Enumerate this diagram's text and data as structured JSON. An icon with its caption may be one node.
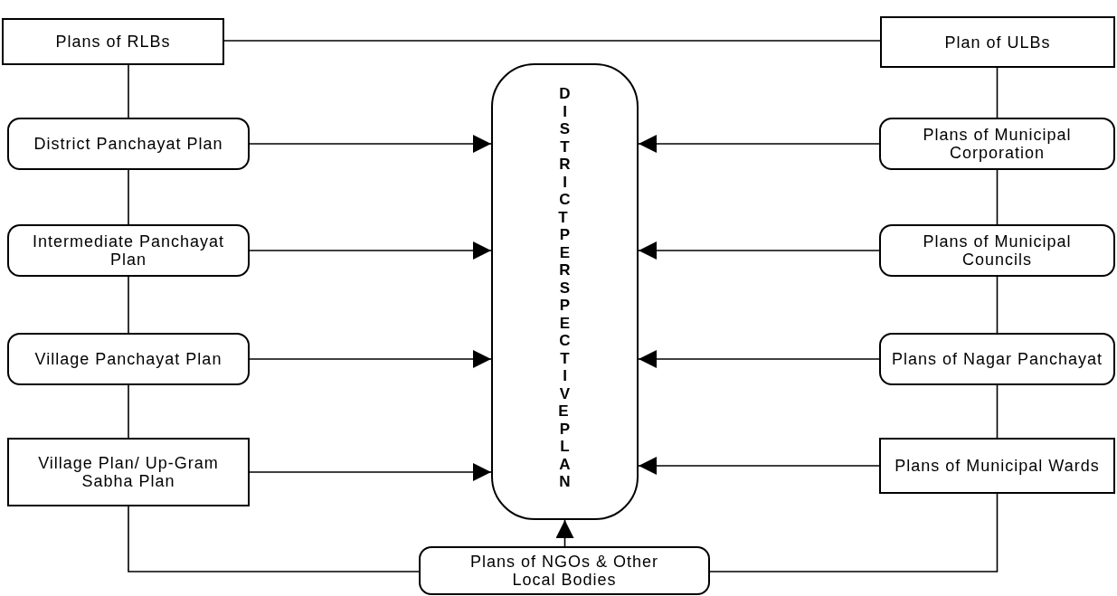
{
  "diagram": {
    "nodes": [
      {
        "text": [
          "Plans of RLBs"
        ]
      },
      {
        "text": [
          "Plan of ULBs"
        ]
      },
      {
        "text": [
          "District Panchayat Plan"
        ]
      },
      {
        "text": [
          "Intermediate Panchayat Plan"
        ]
      },
      {
        "text": [
          "Village Panchayat Plan"
        ]
      },
      {
        "text": [
          "Village Plan/ Up-Gram Sabha Plan"
        ]
      },
      {
        "text": [
          "Plans of Municipal Corporation"
        ]
      },
      {
        "text": [
          "Plans of Municipal Councils"
        ]
      },
      {
        "text": [
          "Plans of Nagar Panchayat"
        ]
      },
      {
        "text": [
          "Plans of Municipal Wards"
        ]
      },
      {
        "text": [
          "DISTRICT PERSPECTIVE PLAN"
        ]
      },
      {
        "text": [
          "Plans of NGOs & Other Local Bodies"
        ]
      }
    ],
    "edges": [
      {
        "from": 0,
        "to": 1,
        "arrow": "none"
      },
      {
        "from": 0,
        "to": 2,
        "arrow": "none"
      },
      {
        "from": 2,
        "to": 3,
        "arrow": "none"
      },
      {
        "from": 3,
        "to": 4,
        "arrow": "none"
      },
      {
        "from": 4,
        "to": 5,
        "arrow": "none"
      },
      {
        "from": 1,
        "to": 6,
        "arrow": "none"
      },
      {
        "from": 6,
        "to": 7,
        "arrow": "none"
      },
      {
        "from": 7,
        "to": 8,
        "arrow": "none"
      },
      {
        "from": 8,
        "to": 9,
        "arrow": "none"
      },
      {
        "from": 5,
        "to": 11,
        "arrow": "none"
      },
      {
        "from": 9,
        "to": 11,
        "arrow": "none"
      },
      {
        "from": 2,
        "to": 10,
        "arrow": "to"
      },
      {
        "from": 3,
        "to": 10,
        "arrow": "to"
      },
      {
        "from": 4,
        "to": 10,
        "arrow": "to"
      },
      {
        "from": 5,
        "to": 10,
        "arrow": "to"
      },
      {
        "from": 6,
        "to": 10,
        "arrow": "to"
      },
      {
        "from": 7,
        "to": 10,
        "arrow": "to"
      },
      {
        "from": 8,
        "to": 10,
        "arrow": "to"
      },
      {
        "from": 9,
        "to": 10,
        "arrow": "to"
      },
      {
        "from": 11,
        "to": 10,
        "arrow": "to"
      }
    ]
  }
}
